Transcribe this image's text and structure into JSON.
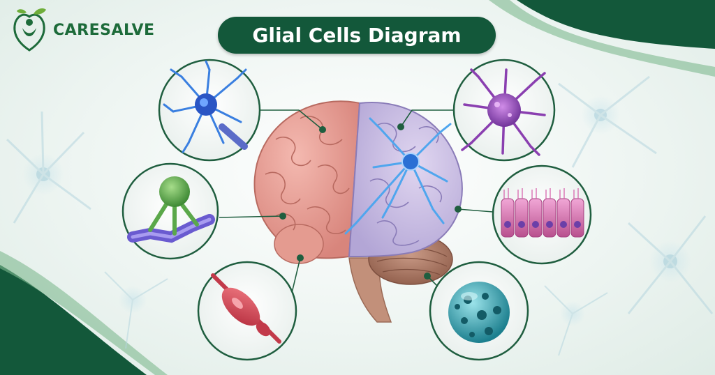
{
  "brand": {
    "name": "CARESALVE",
    "logo_icon": "leaf-person-icon"
  },
  "diagram": {
    "title": "Glial Cells Diagram"
  },
  "nodes": [
    {
      "id": "astrocyte",
      "icon": "astrocyte-cell-icon",
      "color": "#3a7fe0"
    },
    {
      "id": "oligodendrocyte",
      "icon": "oligodendrocyte-cell-icon",
      "color": "#5ba84a"
    },
    {
      "id": "schwann-cell",
      "icon": "schwann-cell-icon",
      "color": "#d8404e"
    },
    {
      "id": "microglia",
      "icon": "microglia-cell-icon",
      "color": "#8a3fb0"
    },
    {
      "id": "ependymal-cells",
      "icon": "ependymal-cells-icon",
      "color": "#c25aa8"
    },
    {
      "id": "satellite-cell",
      "icon": "satellite-cell-icon",
      "color": "#2aa3b3"
    }
  ],
  "colors": {
    "brand_green": "#13583a",
    "accent_green": "#1d6b3a",
    "background": "#eef5f2"
  }
}
